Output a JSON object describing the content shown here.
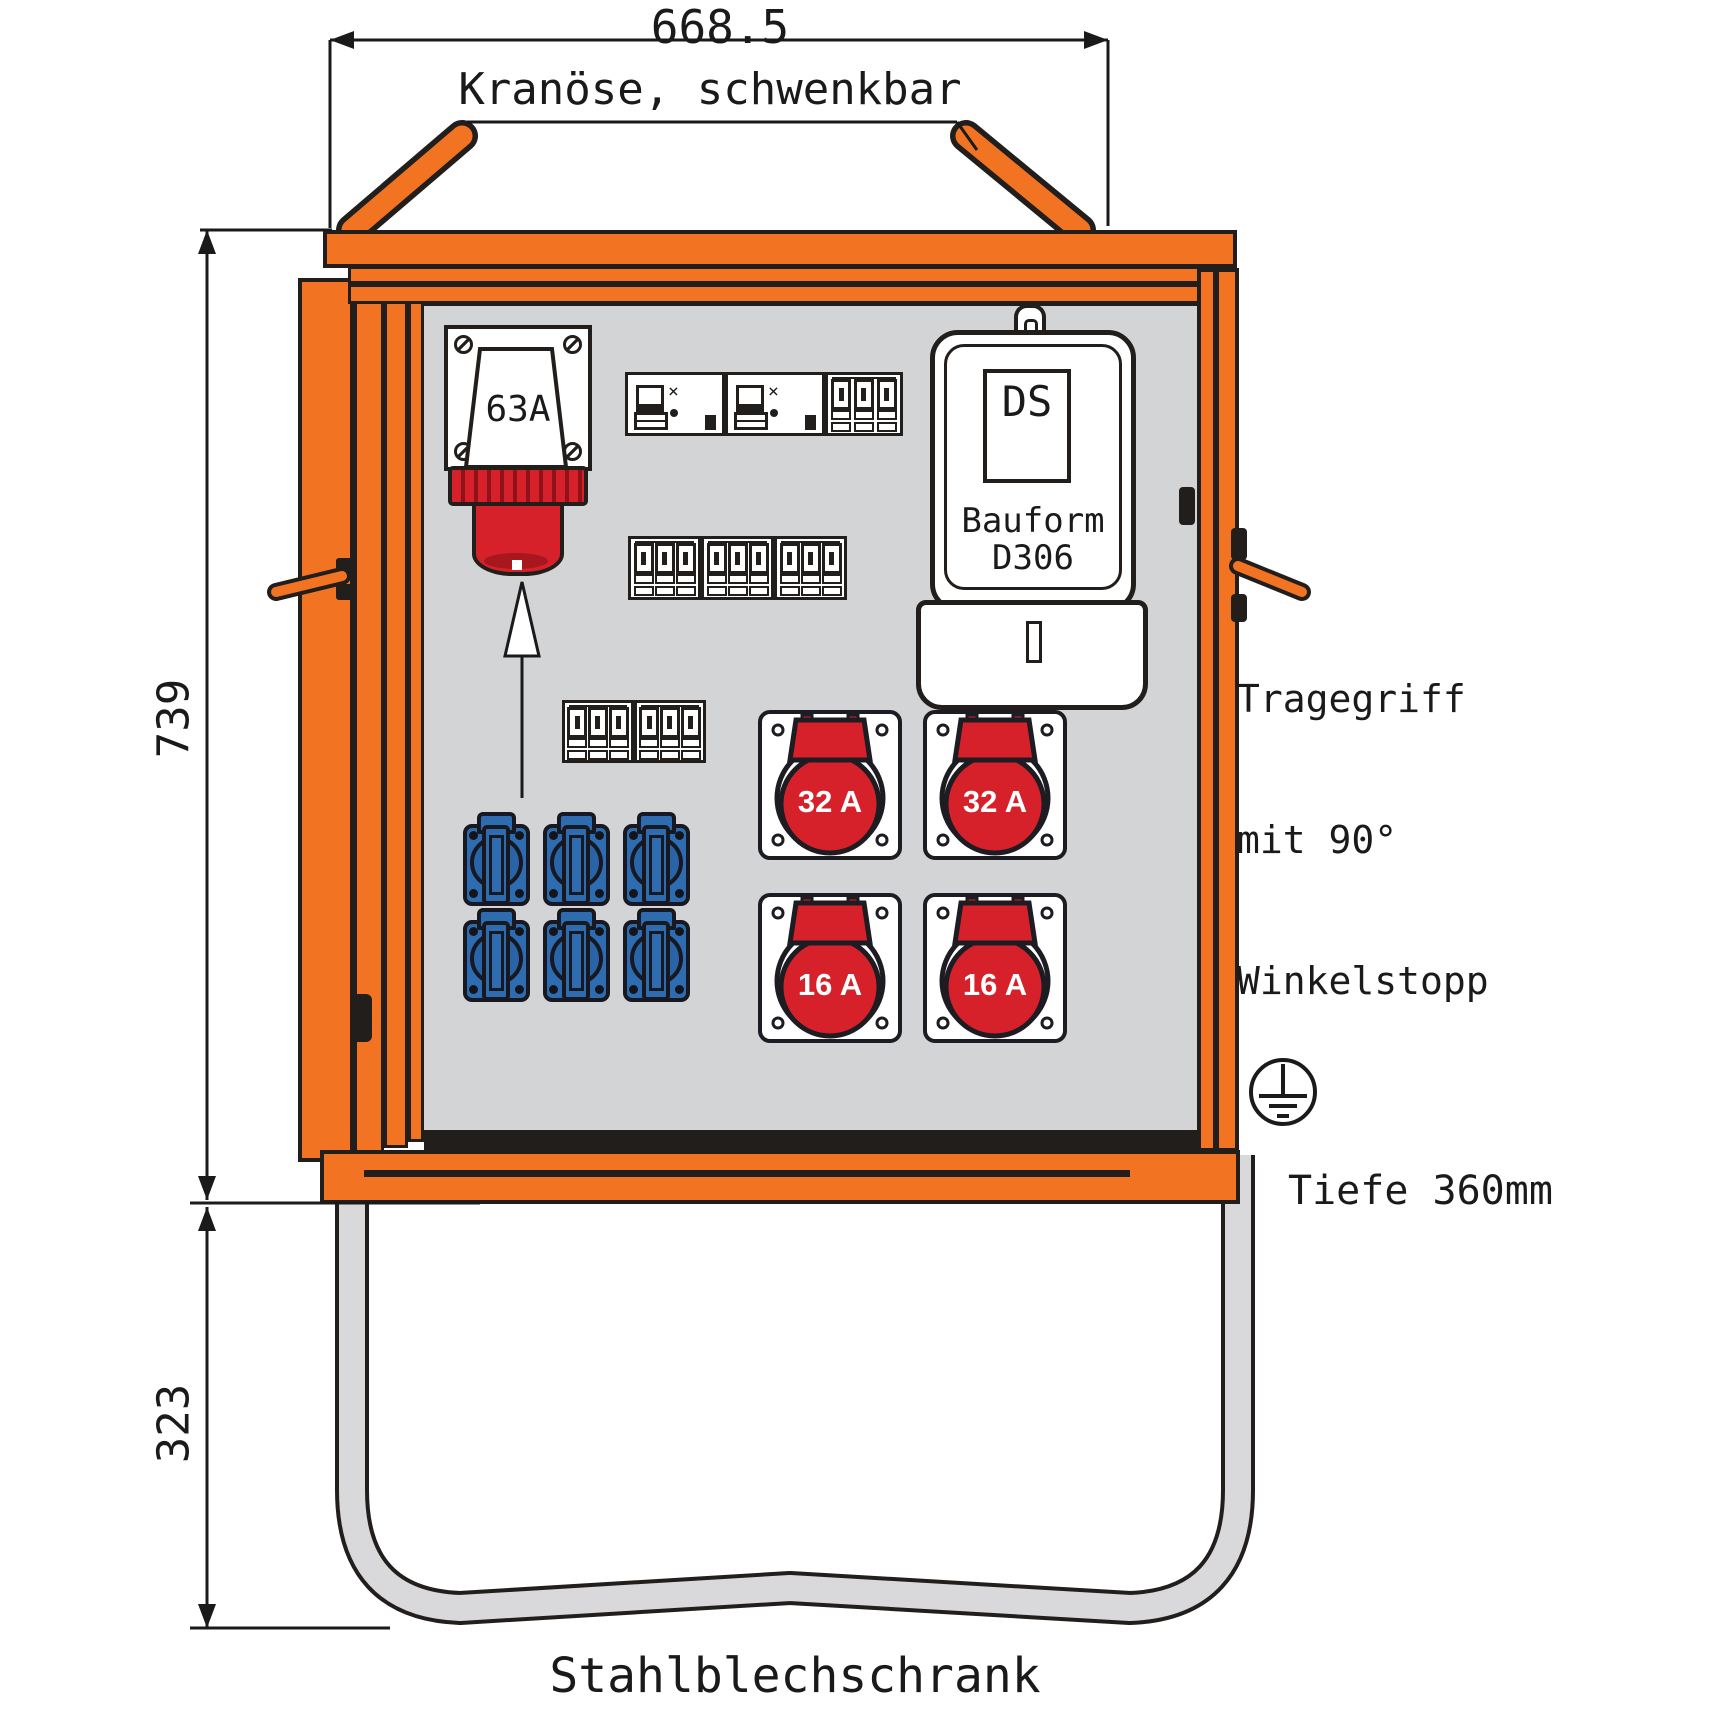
{
  "annotations": {
    "width_dim": "668.5",
    "crane_label": "Kranöse, schwenkbar",
    "height_dim": "739",
    "stand_height_dim": "323",
    "handle_note": [
      "Tragegriff",
      "mit 90°",
      "Winkelstopp"
    ],
    "depth_note": "Tiefe 360mm",
    "bottom_label": "Stahlblechschrank"
  },
  "components": {
    "inlet_label": "63A",
    "meter": {
      "window_label": "DS",
      "type_line1": "Bauform",
      "type_line2": "D306"
    },
    "cee_sockets": [
      {
        "label": "32 A"
      },
      {
        "label": "32 A"
      },
      {
        "label": "16 A"
      },
      {
        "label": "16 A"
      }
    ],
    "schuko_sockets_count": 6,
    "rcd_count": 2,
    "mcb_group_modules": 3
  },
  "colors": {
    "orange": "#f27423",
    "panel_gray": "#d3d4d6",
    "red": "#d6212b",
    "blue": "#2e6cb2",
    "outline": "#221e1b"
  }
}
